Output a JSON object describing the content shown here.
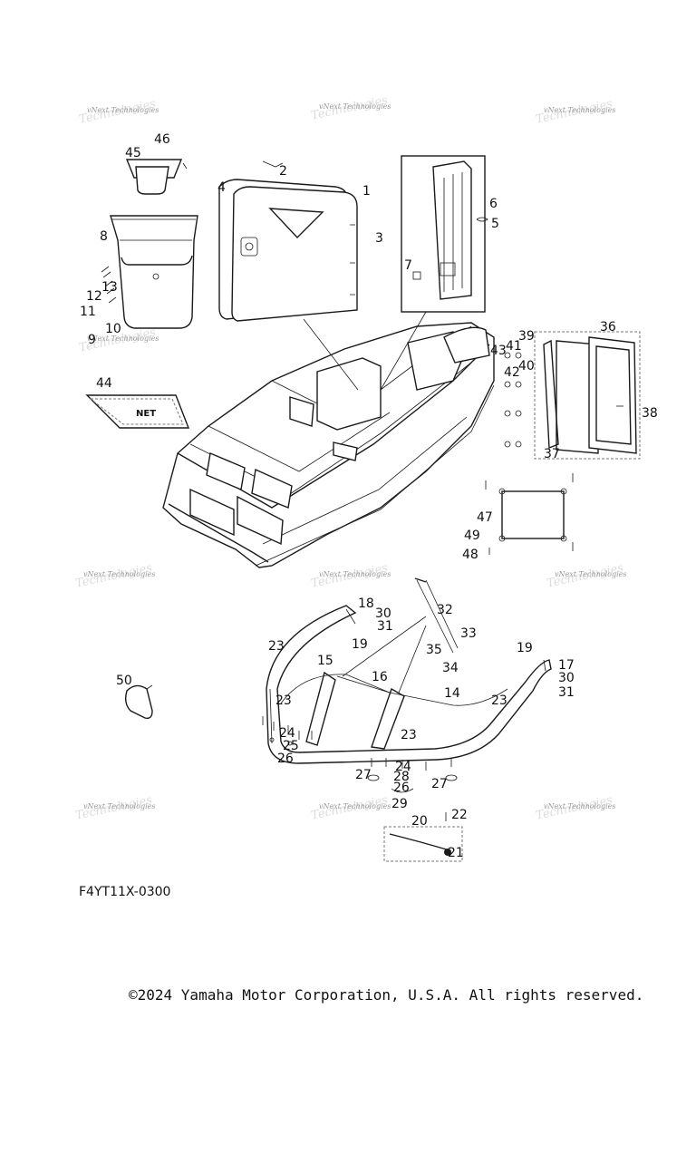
{
  "diagram_code": "F4YT11X-0300",
  "copyright": "©2024 Yamaha Motor Corporation, U.S.A. All rights reserved.",
  "watermark": {
    "line1": "vNext Technologies",
    "line2": "Technologies"
  },
  "net_label": "NET",
  "callouts": [
    "1",
    "2",
    "3",
    "4",
    "5",
    "6",
    "7",
    "8",
    "9",
    "10",
    "11",
    "12",
    "13",
    "14",
    "15",
    "16",
    "17",
    "18",
    "19",
    "20",
    "21",
    "22",
    "23",
    "24",
    "25",
    "26",
    "27",
    "28",
    "29",
    "30",
    "31",
    "32",
    "33",
    "34",
    "35",
    "36",
    "37",
    "38",
    "39",
    "40",
    "41",
    "42",
    "43",
    "44",
    "45",
    "46",
    "47",
    "48",
    "49",
    "50"
  ],
  "colors": {
    "line": "#1a1a1a",
    "text": "#111111",
    "watermark": "#9a9a9a",
    "background": "#ffffff"
  }
}
